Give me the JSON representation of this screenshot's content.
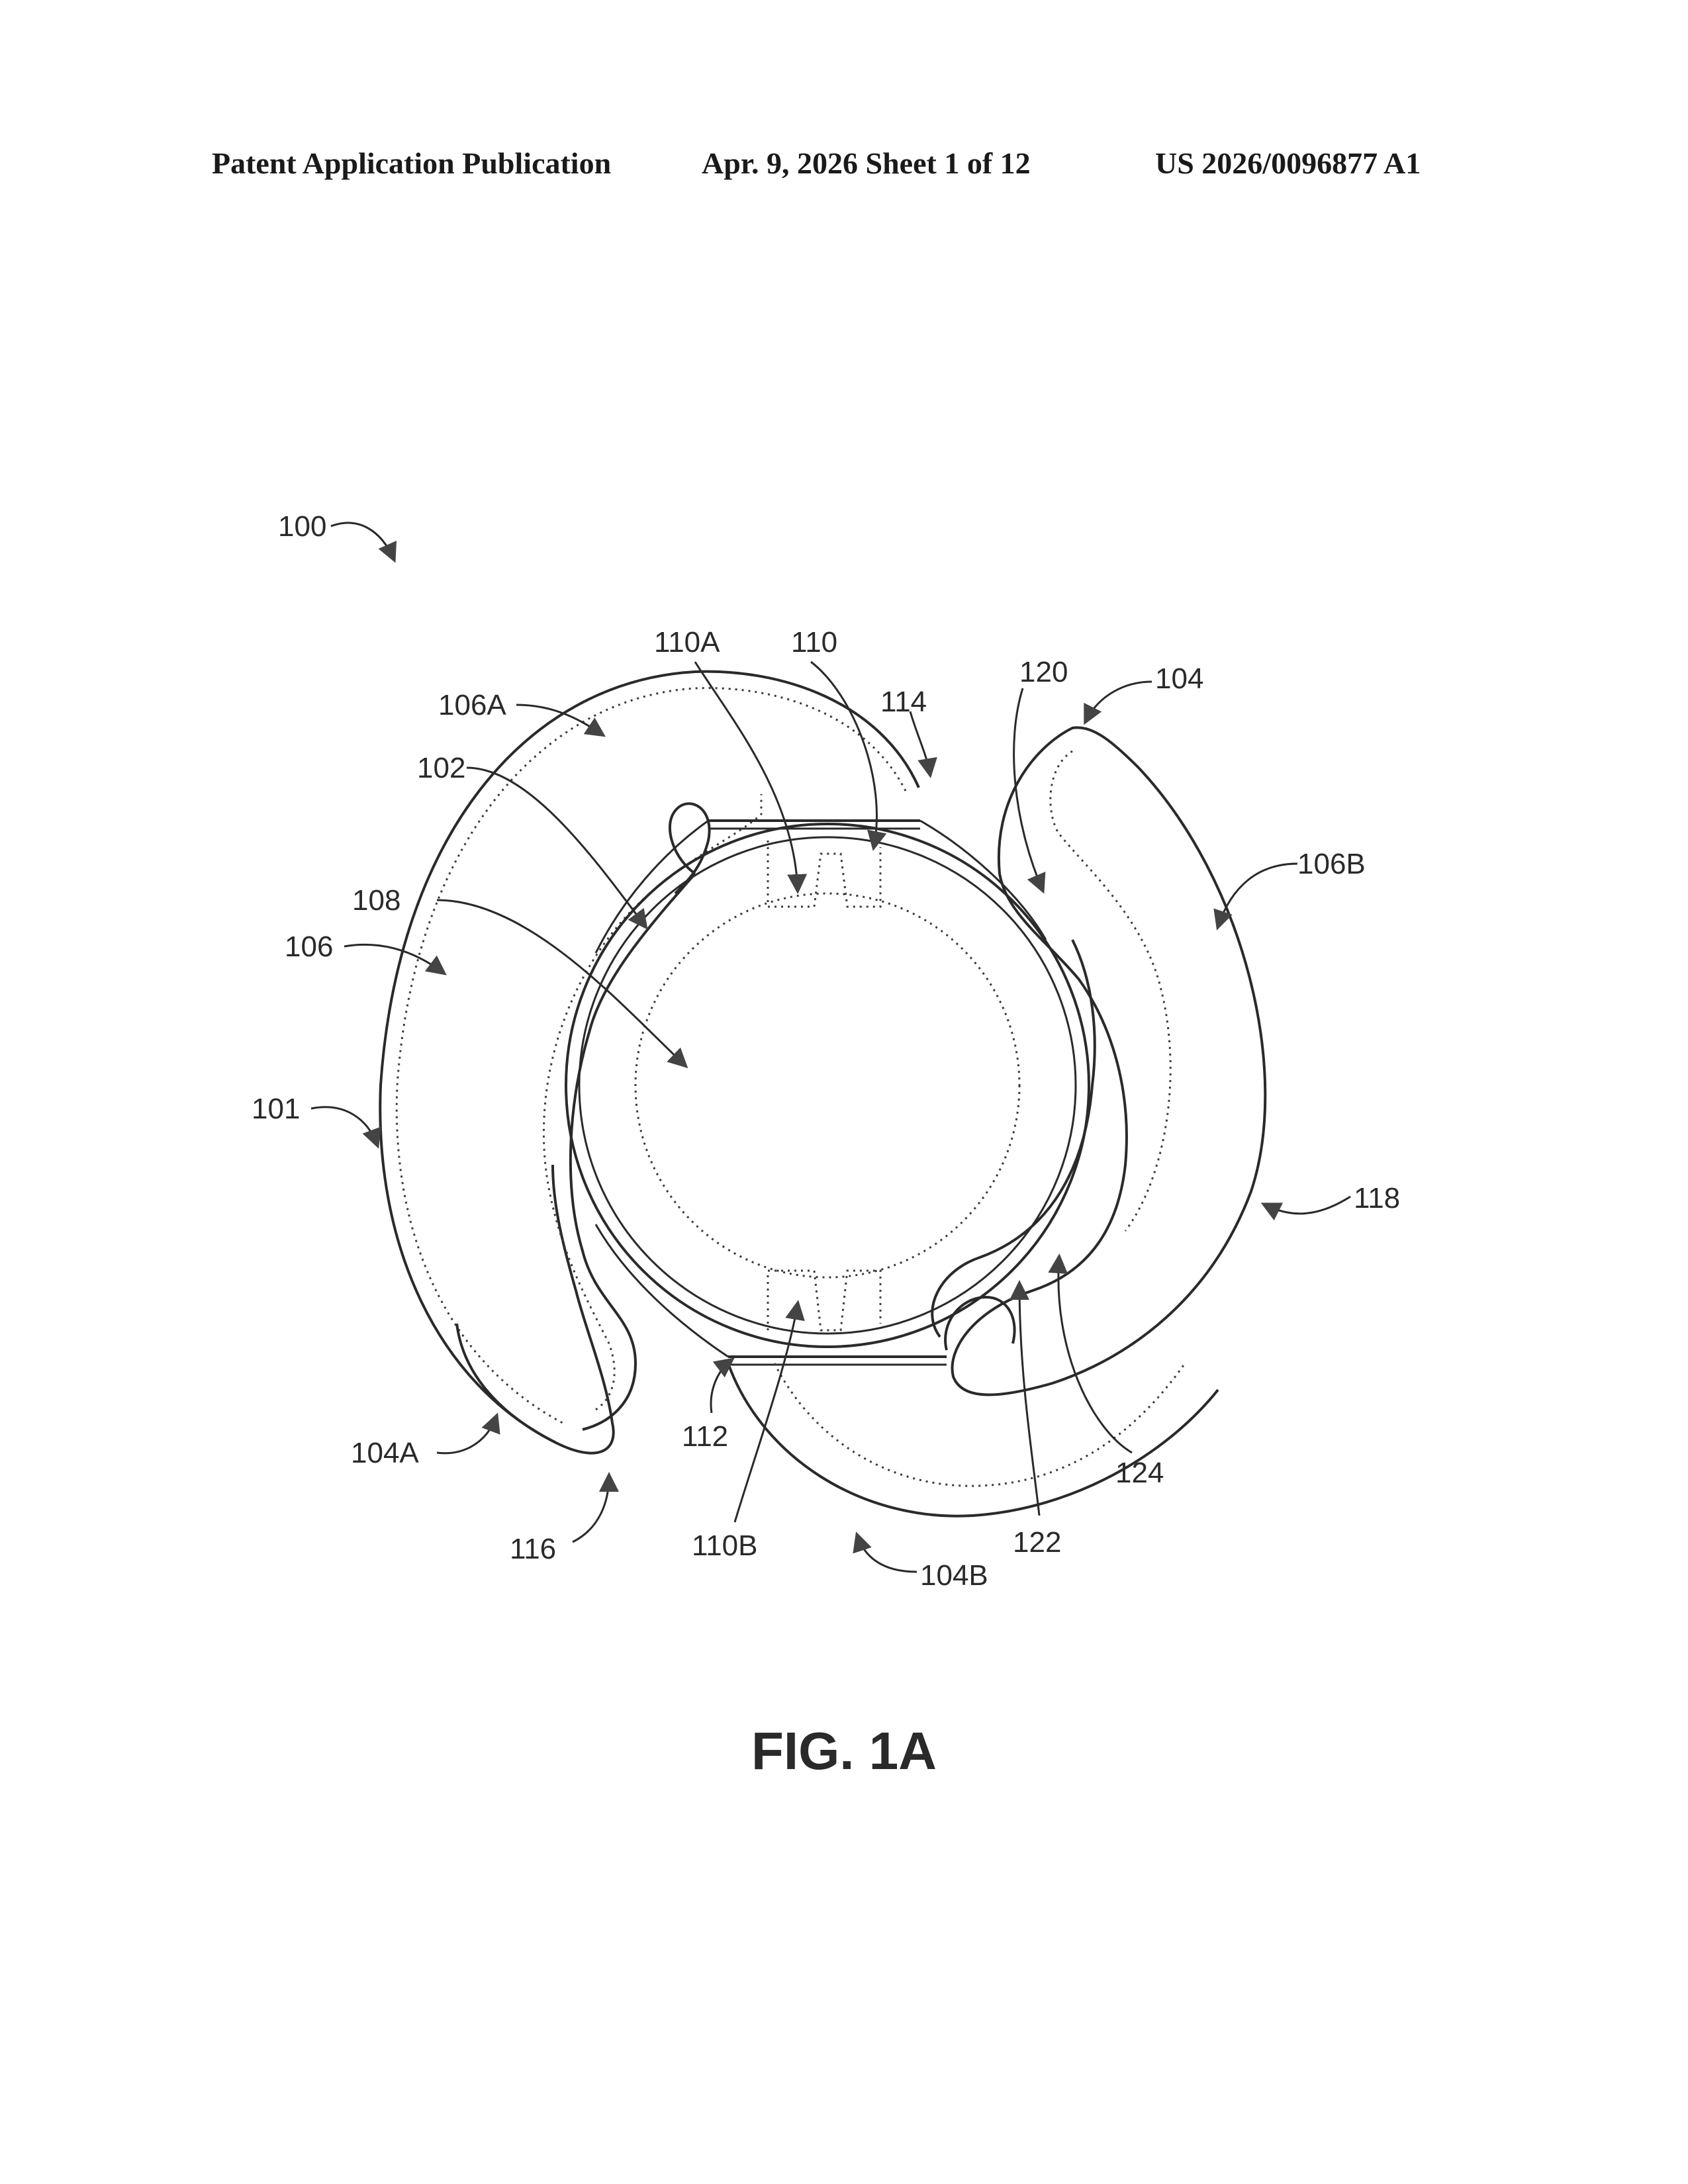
{
  "header": {
    "publication": "Patent Application Publication",
    "date_sheet": "Apr. 9, 2026   Sheet 1 of 12",
    "number": "US 2026/0096877 A1"
  },
  "labels": {
    "l100": "100",
    "l101": "101",
    "l102": "102",
    "l104": "104",
    "l104A": "104A",
    "l104B": "104B",
    "l106": "106",
    "l106A": "106A",
    "l106B": "106B",
    "l108": "108",
    "l110": "110",
    "l110A": "110A",
    "l110B": "110B",
    "l112": "112",
    "l114": "114",
    "l116": "116",
    "l118": "118",
    "l120": "120",
    "l122": "122",
    "l124": "124"
  },
  "caption": "FIG. 1A"
}
